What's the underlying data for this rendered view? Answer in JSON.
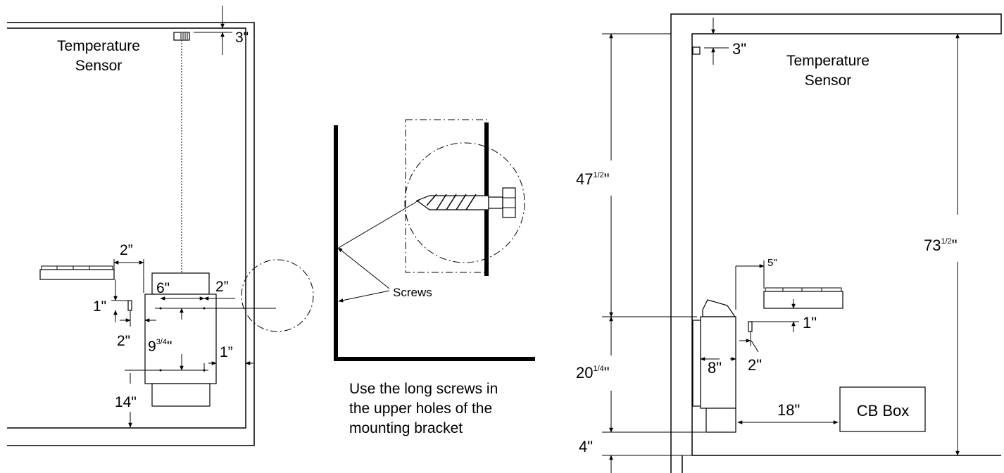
{
  "left": {
    "sensor_label_1": "Temperature",
    "sensor_label_2": "Sensor",
    "dim_top": "3\"",
    "dim_2_upper": "2”",
    "dim_6": "6\"",
    "dim_2_right": "2”",
    "dim_1_left": "1\"",
    "dim_2_left": "2\"",
    "dim_9_main": "9",
    "dim_9_frac": "3/4",
    "dim_9_quote": "\"",
    "dim_1_right": "1”",
    "dim_14": "14\""
  },
  "middle": {
    "screws_label": "Screws",
    "caption_1": "Use the long screws in",
    "caption_2": "the upper holes of the",
    "caption_3": "mounting bracket"
  },
  "right": {
    "dim_top": "3\"",
    "sensor_label_1": "Temperature",
    "sensor_label_2": "Sensor",
    "dim_47_main": "47",
    "dim_47_frac": "1/2",
    "dim_47_quote": "\"",
    "dim_73_main": "73",
    "dim_73_frac": "1/2",
    "dim_73_quote": "\"",
    "dim_5": "5\"",
    "dim_1": "1\"",
    "dim_8": "8\"",
    "dim_2": "2\"",
    "dim_20_main": "20",
    "dim_20_frac": "1/4",
    "dim_20_quote": "\"",
    "dim_18": "18\"",
    "cb_box": "CB Box",
    "dim_4": "4\""
  }
}
